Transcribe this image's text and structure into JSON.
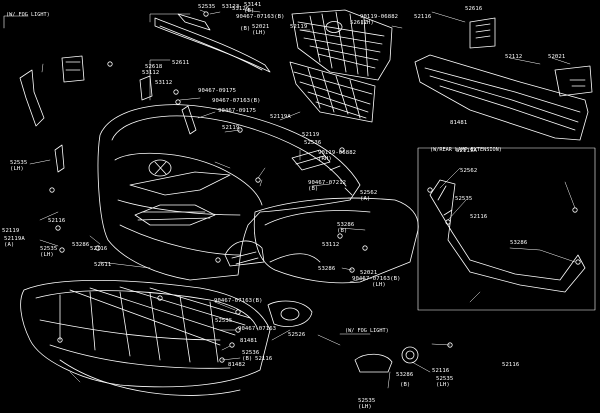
{
  "diagram": {
    "sections": {
      "upper_left": "(W/ FOG LIGHT)",
      "right": "(W/REAR LAMP EXTENSION)",
      "lower_right": "(W/ FOG LIGHT)"
    },
    "labels": [
      {
        "id": "l01",
        "lines": [
          "52535"
        ]
      },
      {
        "id": "l02",
        "lines": [
          "53123"
        ]
      },
      {
        "id": "l03",
        "lines": [
          "53141",
          "(B)"
        ]
      },
      {
        "id": "l04",
        "lines": [
          "90119-06882",
          "(LH)"
        ]
      },
      {
        "id": "l05",
        "lines": [
          "52116"
        ]
      },
      {
        "id": "l06",
        "lines": [
          "52616"
        ]
      },
      {
        "id": "l07",
        "lines": [
          "53126"
        ]
      },
      {
        "id": "l08",
        "lines": [
          "90467-07163(B)"
        ]
      },
      {
        "id": "l09",
        "lines": [
          "52617"
        ]
      },
      {
        "id": "l10",
        "lines": [
          "52618"
        ]
      },
      {
        "id": "l11",
        "lines": [
          "52611"
        ]
      },
      {
        "id": "l12",
        "lines": [
          "90467-09175"
        ]
      },
      {
        "id": "l13",
        "lines": [
          "(B)"
        ]
      },
      {
        "id": "l14",
        "lines": [
          "53112"
        ]
      },
      {
        "id": "l15",
        "lines": [
          "53112"
        ]
      },
      {
        "id": "l16",
        "lines": [
          "52021",
          "(LH)"
        ]
      },
      {
        "id": "l17",
        "lines": [
          "52119"
        ]
      },
      {
        "id": "l18",
        "lines": [
          "52112"
        ]
      },
      {
        "id": "l19",
        "lines": [
          "52021"
        ]
      },
      {
        "id": "l20",
        "lines": [
          "52119A"
        ]
      },
      {
        "id": "l21",
        "lines": [
          "52119"
        ]
      },
      {
        "id": "l22",
        "lines": [
          "90467-07163(B)"
        ]
      },
      {
        "id": "l23",
        "lines": [
          "90467-09175"
        ]
      },
      {
        "id": "l24",
        "lines": [
          "52119"
        ]
      },
      {
        "id": "l25",
        "lines": [
          "81481"
        ]
      },
      {
        "id": "l26",
        "lines": [
          "52536"
        ]
      },
      {
        "id": "l27",
        "lines": [
          "90119-06882",
          "(RH)"
        ]
      },
      {
        "id": "l28",
        "lines": [
          "52535",
          "(LH)"
        ]
      },
      {
        "id": "l29",
        "lines": [
          "90467-07212",
          "(B)"
        ]
      },
      {
        "id": "l30",
        "lines": [
          "52562",
          "(A)"
        ]
      },
      {
        "id": "l31",
        "lines": [
          "53286",
          "(B)"
        ]
      },
      {
        "id": "l32",
        "lines": [
          "53286"
        ]
      },
      {
        "id": "l33",
        "lines": [
          "53112"
        ]
      },
      {
        "id": "l34",
        "lines": [
          "52021"
        ]
      },
      {
        "id": "l35",
        "lines": [
          "90467-07163(B)"
        ]
      },
      {
        "id": "l36",
        "lines": [
          "(LH)"
        ]
      },
      {
        "id": "l37",
        "lines": [
          "52116"
        ]
      },
      {
        "id": "l38",
        "lines": [
          "53286"
        ]
      },
      {
        "id": "l39",
        "lines": [
          "52119"
        ]
      },
      {
        "id": "l40",
        "lines": [
          "52119A",
          "(A)"
        ]
      },
      {
        "id": "l41",
        "lines": [
          "52535",
          "(LH)"
        ]
      },
      {
        "id": "l42",
        "lines": [
          "52116"
        ]
      },
      {
        "id": "l43",
        "lines": [
          "52611"
        ]
      },
      {
        "id": "l44",
        "lines": [
          "90467-07163(B)"
        ]
      },
      {
        "id": "l45",
        "lines": [
          "52535"
        ]
      },
      {
        "id": "l46",
        "lines": [
          "90467-07163"
        ]
      },
      {
        "id": "l47",
        "lines": [
          "81481"
        ]
      },
      {
        "id": "l48",
        "lines": [
          "52536",
          "(B)"
        ]
      },
      {
        "id": "l49",
        "lines": [
          "52116"
        ]
      },
      {
        "id": "l50",
        "lines": [
          "81482"
        ]
      },
      {
        "id": "l51",
        "lines": [
          "52526"
        ]
      },
      {
        "id": "l52",
        "lines": [
          "52535",
          "(LH)"
        ]
      },
      {
        "id": "l53",
        "lines": [
          "53286"
        ]
      },
      {
        "id": "l54",
        "lines": [
          "(B)"
        ]
      },
      {
        "id": "l55",
        "lines": [
          "52116"
        ]
      },
      {
        "id": "l56",
        "lines": [
          "52535",
          "(LH)"
        ]
      },
      {
        "id": "l57",
        "lines": [
          "52116"
        ]
      },
      {
        "id": "l58",
        "lines": [
          "52119A"
        ]
      },
      {
        "id": "l59",
        "lines": [
          "52562"
        ]
      },
      {
        "id": "l60",
        "lines": [
          "52535"
        ]
      },
      {
        "id": "l61",
        "lines": [
          "52116"
        ]
      },
      {
        "id": "l62",
        "lines": [
          "53286"
        ]
      }
    ]
  }
}
